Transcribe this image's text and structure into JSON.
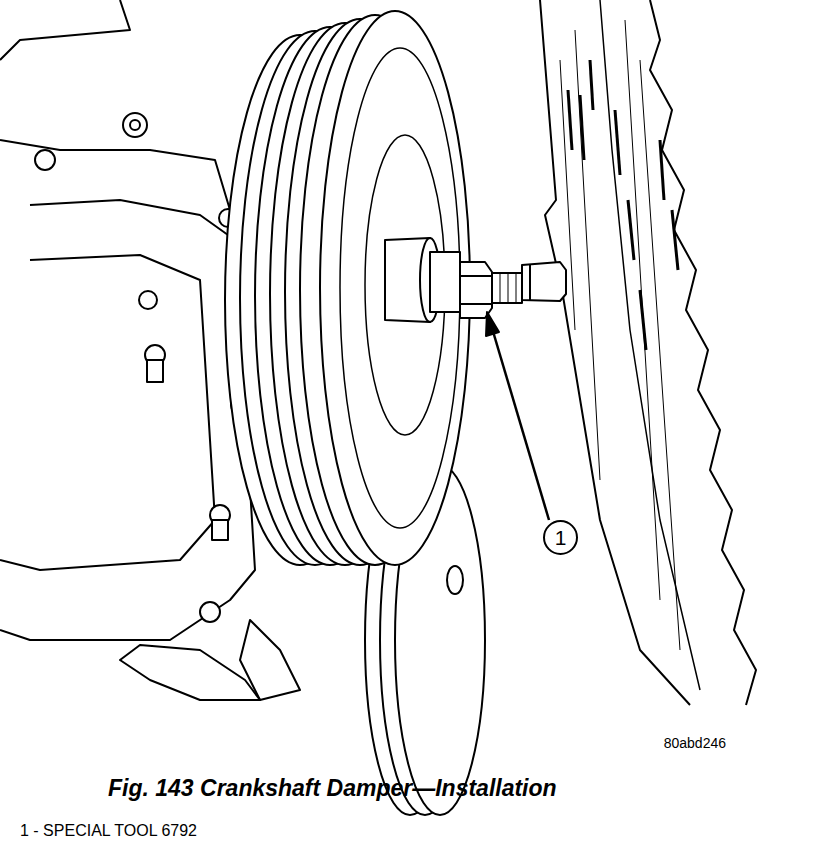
{
  "diagram": {
    "caption": "Fig. 143 Crankshaft Damper—Installation",
    "nodes": [
      {
        "text": [
          "1"
        ]
      }
    ],
    "labels": [
      "80abd246",
      "1 - SPECIAL TOOL 6792"
    ]
  }
}
